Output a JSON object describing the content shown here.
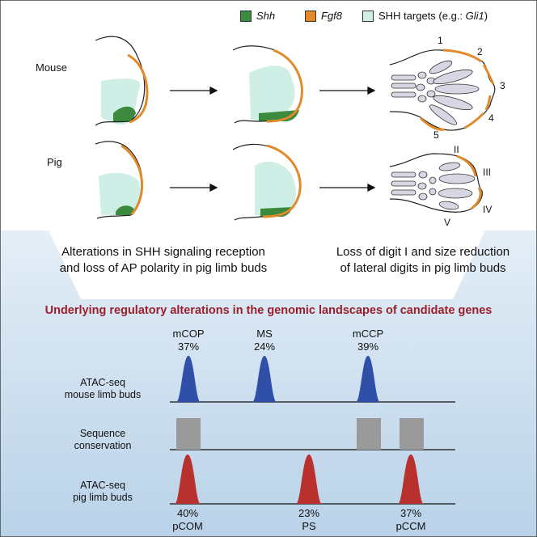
{
  "legend": {
    "shh": {
      "label": "Shh",
      "color": "#3b8a3e"
    },
    "fgf8": {
      "label": "Fgf8",
      "color": "#e08a2a"
    },
    "targets": {
      "label_prefix": "SHH targets (e.g.: ",
      "label_gene": "Gli1",
      "label_suffix": ")",
      "color": "#cfeee5"
    }
  },
  "species": {
    "mouse": "Mouse",
    "pig": "Pig"
  },
  "mouse_digits": [
    "1",
    "2",
    "3",
    "4",
    "5"
  ],
  "pig_digits": [
    "II",
    "III",
    "IV",
    "V"
  ],
  "captions": {
    "left_line1": "Alterations in SHH signaling reception",
    "left_line2": "and loss of AP polarity in pig limb buds",
    "right_line1": "Loss of digit I and size reduction",
    "right_line2": "of lateral digits in pig limb buds"
  },
  "heading": "Underlying regulatory alterations in the genomic landscapes of candidate genes",
  "tracks": {
    "atac_mouse_line1": "ATAC-seq",
    "atac_mouse_line2": "mouse limb buds",
    "conservation_line1": "Sequence",
    "conservation_line2": "conservation",
    "atac_pig_line1": "ATAC-seq",
    "atac_pig_line2": "pig limb buds"
  },
  "mouse_peaks": [
    {
      "name": "mCOP",
      "pct": "37%"
    },
    {
      "name": "MS",
      "pct": "24%"
    },
    {
      "name": "mCCP",
      "pct": "39%"
    }
  ],
  "pig_peaks": [
    {
      "name": "pCOM",
      "pct": "40%"
    },
    {
      "name": "PS",
      "pct": "23%"
    },
    {
      "name": "pCCM",
      "pct": "37%"
    }
  ],
  "colors": {
    "mouse_peak": "#2f4fa8",
    "pig_peak": "#b8312f",
    "conservation": "#9a9a9a",
    "heading": "#9b1f2a",
    "background_lower": "#cfe0ef"
  }
}
